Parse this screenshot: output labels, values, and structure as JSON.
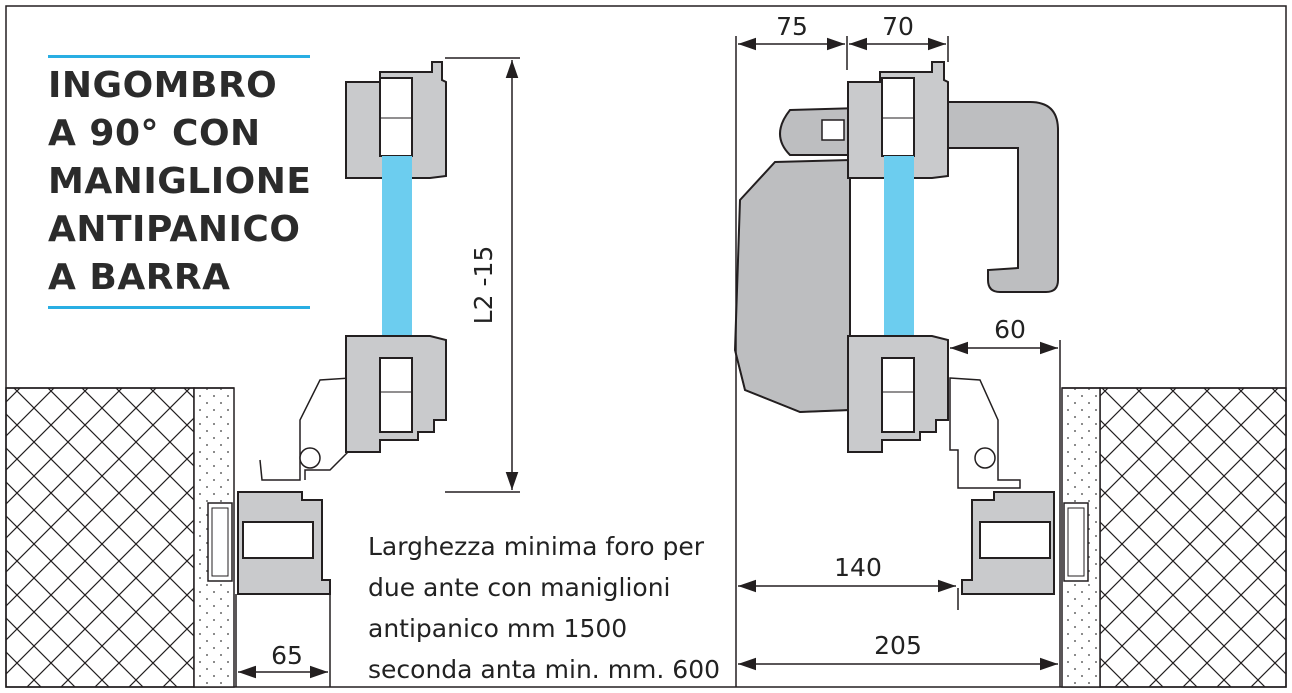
{
  "title": {
    "lines": [
      "INGOMBRO",
      "A 90° CON",
      "MANIGLIONE",
      "ANTIPANICO",
      "A BARRA"
    ],
    "accent_color": "#29aee3"
  },
  "dimensions": {
    "left_vertical": "L2 -15",
    "left_bottom": "65",
    "top_left": "75",
    "top_right": "70",
    "right_side": "60",
    "mid_width": "140",
    "total_width": "205"
  },
  "note": {
    "lines": [
      "Larghezza minima foro per",
      "due ante con maniglioni",
      "antipanico mm 1500",
      "seconda anta min. mm. 600"
    ]
  },
  "colors": {
    "glass": "#6ccdef",
    "profile_fill": "#c9cacc",
    "outline": "#231f20",
    "panic_bar": "#bdbec0"
  }
}
